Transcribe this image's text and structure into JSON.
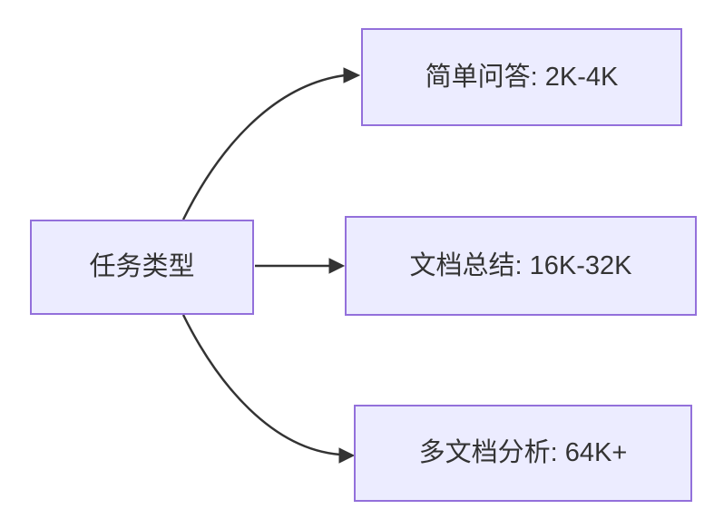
{
  "diagram": {
    "type": "flowchart-lr",
    "root": {
      "label": "任务类型"
    },
    "branches": [
      {
        "label": "简单问答: 2K-4K"
      },
      {
        "label": "文档总结: 16K-32K"
      },
      {
        "label": "多文档分析: 64K+"
      }
    ],
    "edges": [
      {
        "from": "任务类型",
        "to": "简单问答: 2K-4K"
      },
      {
        "from": "任务类型",
        "to": "文档总结: 16K-32K"
      },
      {
        "from": "任务类型",
        "to": "多文档分析: 64K+"
      }
    ],
    "colors": {
      "node_fill": "#ECECFF",
      "node_border": "#9370DB",
      "edge_color": "#333333",
      "text_color": "#333333"
    }
  }
}
